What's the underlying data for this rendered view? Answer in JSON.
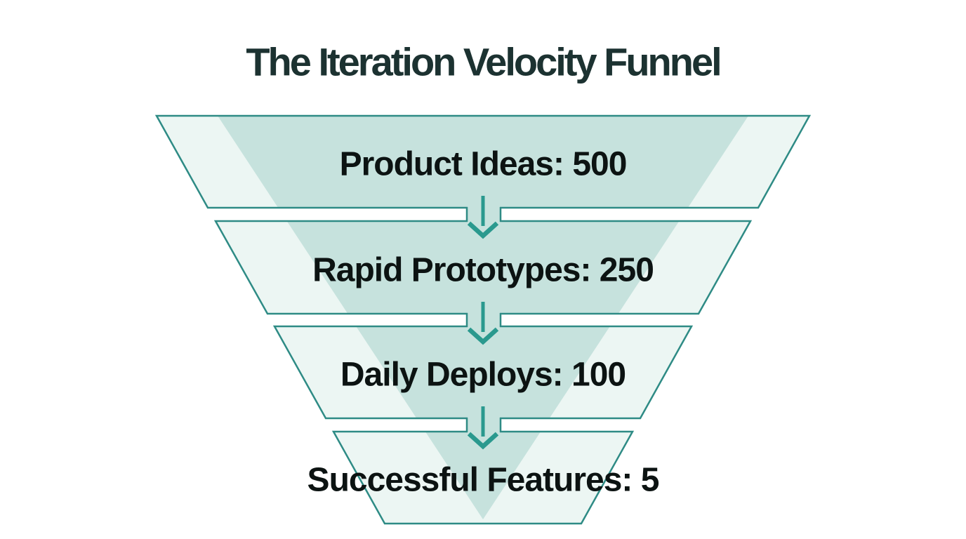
{
  "title": "The Iteration Velocity Funnel",
  "funnel": {
    "stages": [
      {
        "label": "Product Ideas",
        "value": 500,
        "display": "Product Ideas: 500"
      },
      {
        "label": "Rapid Prototypes",
        "value": 250,
        "display": "Rapid Prototypes: 250"
      },
      {
        "label": "Daily Deploys",
        "value": 100,
        "display": "Daily Deploys: 100"
      },
      {
        "label": "Successful Features",
        "value": 5,
        "display": "Successful Features: 5"
      }
    ]
  },
  "chart_data": {
    "type": "funnel",
    "title": "The Iteration Velocity Funnel",
    "categories": [
      "Product Ideas",
      "Rapid Prototypes",
      "Daily Deploys",
      "Successful Features"
    ],
    "values": [
      500,
      250,
      100,
      5
    ],
    "layout": "inverted-trapezoid stack, 4 stages, centered, down arrows between stages"
  },
  "icons": {
    "down_arrow": "↓"
  },
  "colors": {
    "background": "#FFFFFF",
    "stage_fill_light": "#ECF6F3",
    "chevron_fill": "#C6E2DD",
    "stage_border": "#2E8B85",
    "arrow": "#2A998E",
    "title_text": "#1C3231",
    "label_text": "#0C1312"
  }
}
